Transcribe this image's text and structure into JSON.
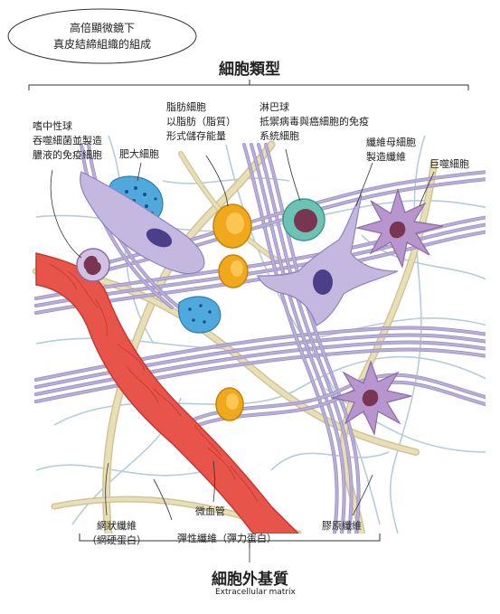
{
  "header_bubble": {
    "line1": "高倍顯微鏡下",
    "line2": "真皮結締組織的組成"
  },
  "cell_types_title": "細胞類型",
  "labels": {
    "neutrophil": [
      "嗜中性球",
      "吞噬細菌並製造",
      "膿液的免疫細胞"
    ],
    "mast_cell": [
      "肥大細胞"
    ],
    "adipocyte": [
      "脂肪細胞",
      "以脂肪（脂質）",
      "形式儲存能量"
    ],
    "lymphocyte": [
      "淋巴球",
      "抵禦病毒與癌細胞的免疫",
      "系統細胞"
    ],
    "fibroblast": [
      "纖維母細胞",
      "製造纖維"
    ],
    "macrophage": [
      "巨噬細胞"
    ],
    "reticular_fiber": [
      "網狀纖維",
      "（網硬蛋白）"
    ],
    "capillary": [
      "微血管"
    ],
    "elastic_fiber": [
      "彈性纖維（彈力蛋白）"
    ],
    "collagen_fiber": [
      "膠原纖維"
    ]
  },
  "ecm_title": "細胞外基質",
  "ecm_subtitle": "Extracellular matrix",
  "colors": {
    "collagen": "#b9aed6",
    "collagen_dark": "#9b8fc4",
    "elastic": "#e9dfb4",
    "reticular": "#b7ccd9",
    "capillary": "#e8534a",
    "capillary_dark": "#c23a33",
    "adipocyte": "#f0a81c",
    "mast_cell": "#4fa9dd",
    "lymphocyte": "#6cc2b4",
    "macrophage": "#8a6aa8",
    "nucleus": "#7a3552"
  }
}
